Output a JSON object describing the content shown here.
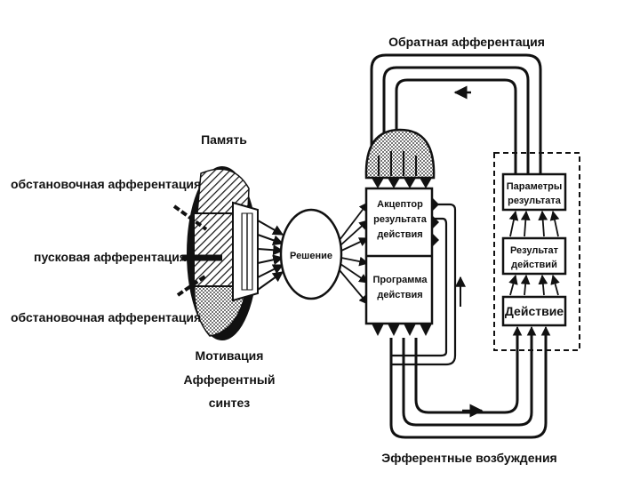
{
  "labels": {
    "feedback_top": "Обратная афферентация",
    "memory": "Память",
    "situational_1": "обстановочная афферентация",
    "trigger": "пусковая афферентация",
    "situational_2": "обстановочная афферентация",
    "motivation": "Мотивация",
    "afferent": "Афферентный",
    "synthesis": "синтез",
    "decision": "Решение",
    "acceptor_1": "Акцептор",
    "acceptor_2": "результата",
    "acceptor_3": "действия",
    "program_1": "Программа",
    "program_2": "действия",
    "params_1": "Параметры",
    "params_2": "результата",
    "result_1": "Результат",
    "result_2": "действий",
    "action": "Действие",
    "efferent_bottom": "Эфферентные возбуждения"
  },
  "colors": {
    "ink": "#111111",
    "paper": "#ffffff"
  }
}
